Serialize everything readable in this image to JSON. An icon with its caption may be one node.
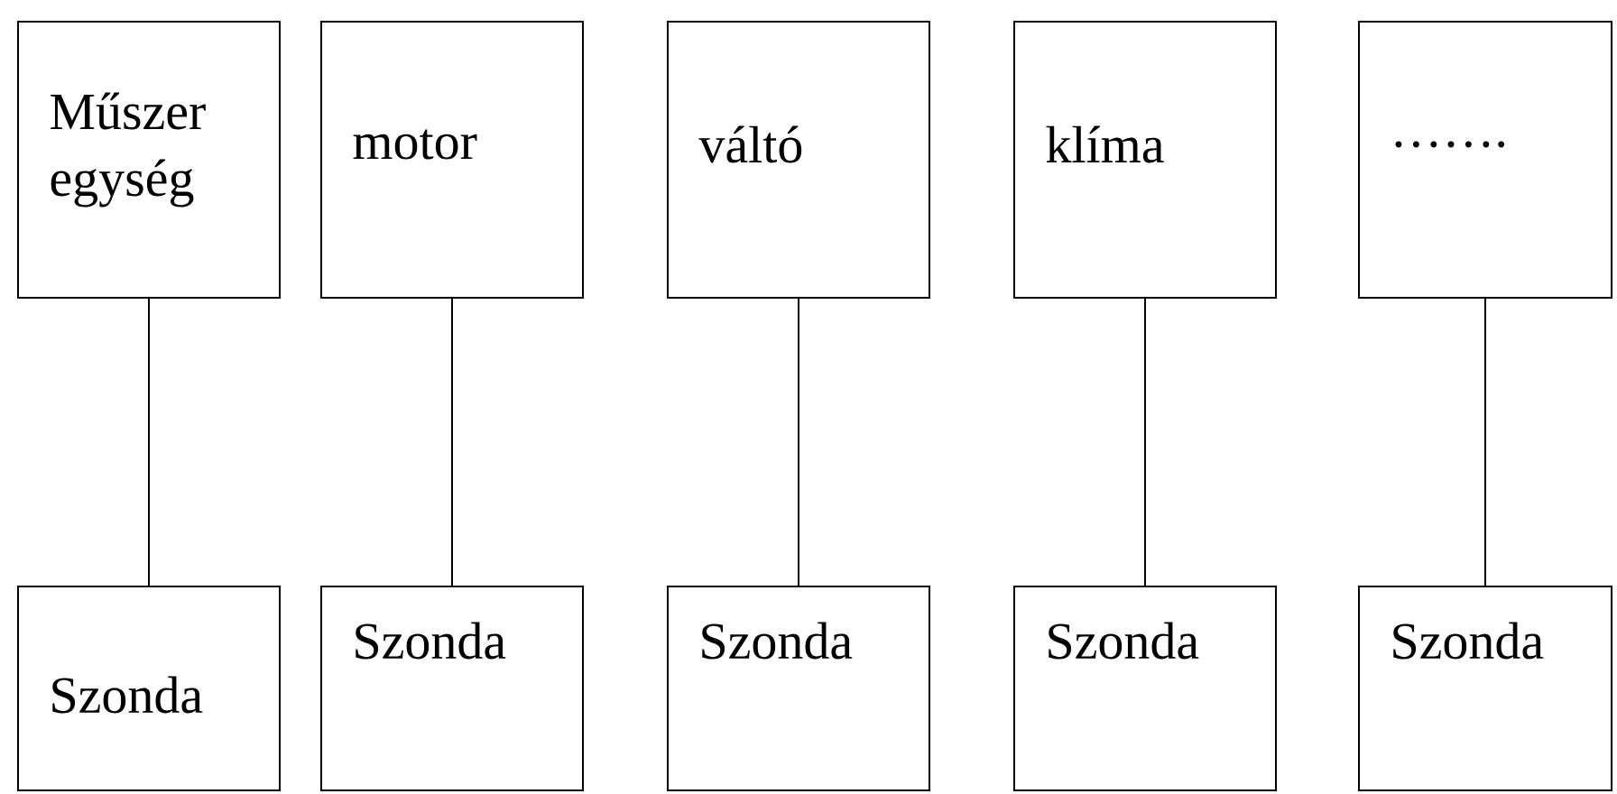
{
  "diagram": {
    "nodes": [
      {
        "text": [
          "Műszer egység"
        ]
      },
      {
        "text": [
          "motor"
        ]
      },
      {
        "text": [
          "váltó"
        ]
      },
      {
        "text": [
          "klíma"
        ]
      },
      {
        "text": [
          "……."
        ]
      },
      {
        "text": [
          "Szonda"
        ]
      },
      {
        "text": [
          "Szonda"
        ]
      },
      {
        "text": [
          "Szonda"
        ]
      },
      {
        "text": [
          "Szonda"
        ]
      },
      {
        "text": [
          "Szonda"
        ]
      }
    ],
    "edges": [
      {
        "from": 0,
        "to": 5,
        "arrow": "none"
      },
      {
        "from": 1,
        "to": 6,
        "arrow": "none"
      },
      {
        "from": 2,
        "to": 7,
        "arrow": "none"
      },
      {
        "from": 3,
        "to": 8,
        "arrow": "none"
      },
      {
        "from": 4,
        "to": 9,
        "arrow": "none"
      }
    ]
  }
}
